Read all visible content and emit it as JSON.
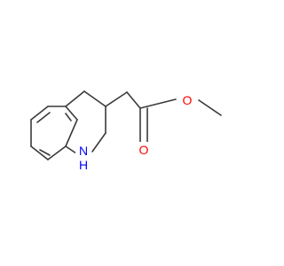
{
  "molecule": {
    "atoms": {
      "oxygen_carbonyl": {
        "label": "O",
        "color": "#ff0000"
      },
      "oxygen_ester": {
        "label": "O",
        "color": "#ff0000"
      },
      "nitrogen": {
        "label": "N",
        "color": "#0000ff"
      },
      "nitrogen_hydrogen": {
        "label": "H",
        "color": "#0000ff"
      }
    }
  }
}
